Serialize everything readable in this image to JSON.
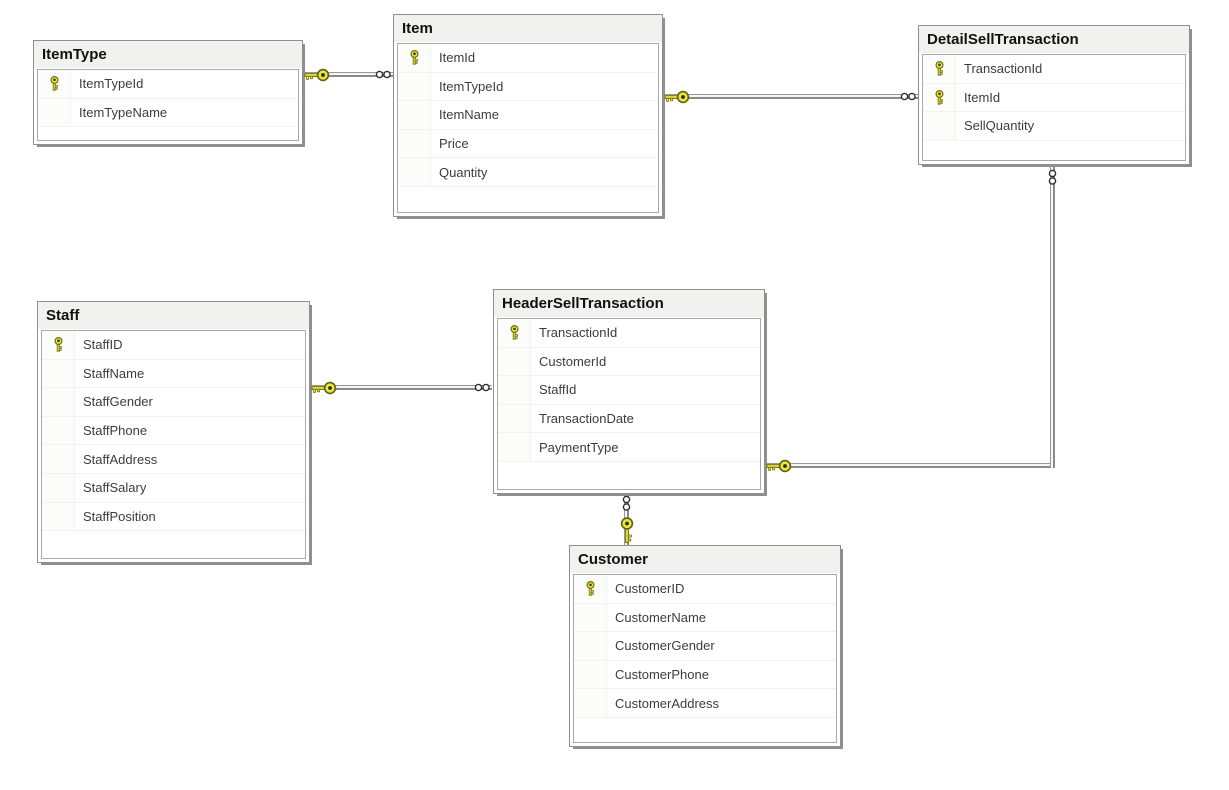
{
  "diagram": {
    "type": "database-er-diagram",
    "background": "#ffffff",
    "colors": {
      "table_header_bg": "#f1f1ef",
      "table_border": "#8f8f8f",
      "table_shadow": "#8f8f8f",
      "row_separator": "#f2f2f1",
      "title_text": "#111111",
      "row_text": "#3c3c3c",
      "connector_gray": "#8f8f8f",
      "key_yellow": "#e9e53a",
      "key_outline": "#6f6f15"
    },
    "icons": {
      "primary_key": "key-icon",
      "relationship_one_end": "key-icon",
      "relationship_many_end": "infinity-chain-icon"
    },
    "tables": [
      {
        "title": "ItemType",
        "columns": [
          {
            "name": "ItemTypeId",
            "pk": true
          },
          {
            "name": "ItemTypeName",
            "pk": false
          }
        ]
      },
      {
        "title": "Item",
        "columns": [
          {
            "name": "ItemId",
            "pk": true
          },
          {
            "name": "ItemTypeId",
            "pk": false
          },
          {
            "name": "ItemName",
            "pk": false
          },
          {
            "name": "Price",
            "pk": false
          },
          {
            "name": "Quantity",
            "pk": false
          }
        ]
      },
      {
        "title": "DetailSellTransaction",
        "columns": [
          {
            "name": "TransactionId",
            "pk": true
          },
          {
            "name": "ItemId",
            "pk": true
          },
          {
            "name": "SellQuantity",
            "pk": false
          }
        ]
      },
      {
        "title": "Staff",
        "columns": [
          {
            "name": "StaffID",
            "pk": true
          },
          {
            "name": "StaffName",
            "pk": false
          },
          {
            "name": "StaffGender",
            "pk": false
          },
          {
            "name": "StaffPhone",
            "pk": false
          },
          {
            "name": "StaffAddress",
            "pk": false
          },
          {
            "name": "StaffSalary",
            "pk": false
          },
          {
            "name": "StaffPosition",
            "pk": false
          }
        ]
      },
      {
        "title": "HeaderSellTransaction",
        "columns": [
          {
            "name": "TransactionId",
            "pk": true
          },
          {
            "name": "CustomerId",
            "pk": false
          },
          {
            "name": "StaffId",
            "pk": false
          },
          {
            "name": "TransactionDate",
            "pk": false
          },
          {
            "name": "PaymentType",
            "pk": false
          }
        ]
      },
      {
        "title": "Customer",
        "columns": [
          {
            "name": "CustomerID",
            "pk": true
          },
          {
            "name": "CustomerName",
            "pk": false
          },
          {
            "name": "CustomerGender",
            "pk": false
          },
          {
            "name": "CustomerPhone",
            "pk": false
          },
          {
            "name": "CustomerAddress",
            "pk": false
          }
        ]
      }
    ],
    "relationships": [
      {
        "one": "ItemType",
        "many": "Item",
        "cardinality": "one-to-many"
      },
      {
        "one": "Item",
        "many": "DetailSellTransaction",
        "cardinality": "one-to-many"
      },
      {
        "one": "Staff",
        "many": "HeaderSellTransaction",
        "cardinality": "one-to-many"
      },
      {
        "one": "HeaderSellTransaction",
        "many": "DetailSellTransaction",
        "cardinality": "one-to-many"
      },
      {
        "one": "Customer",
        "many": "HeaderSellTransaction",
        "cardinality": "one-to-many"
      }
    ]
  }
}
